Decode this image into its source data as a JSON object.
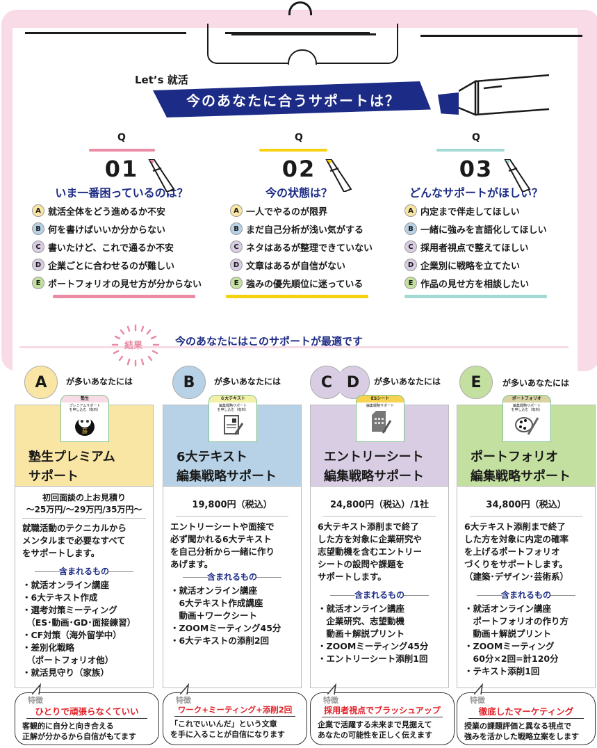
{
  "header": {
    "kicker": "Let’s 就活",
    "title": "今のあなたに合うサポートは？"
  },
  "colors": {
    "brand_navy": "#1c2b85",
    "frame_pink": "#f8dbe6",
    "accent_red": "#e11f26",
    "q1_pink": "#ea8aa3",
    "q2_yellow": "#f6d10e",
    "q3_teal": "#a3d9d4",
    "badge_a": "#fae6a4",
    "badge_b": "#b7d2e6",
    "badge_cd": "#d8cde3",
    "badge_e": "#c4e0a0"
  },
  "questions": [
    {
      "label": "Q",
      "number": "01",
      "title": "いま一番困っているのは？",
      "options": [
        {
          "key": "A",
          "text": "就活全体をどう進めるか不安"
        },
        {
          "key": "B",
          "text": "何を書けばいいか分からない"
        },
        {
          "key": "C",
          "text": "書いたけど、これで通るか不安"
        },
        {
          "key": "D",
          "text": "企業ごとに合わせるのが難しい"
        },
        {
          "key": "E",
          "text": "ポートフォリオの見せ方が分からない"
        }
      ]
    },
    {
      "label": "Q",
      "number": "02",
      "title": "今の状態は？",
      "options": [
        {
          "key": "A",
          "text": "一人でやるのが限界"
        },
        {
          "key": "B",
          "text": "まだ自己分析が浅い気がする"
        },
        {
          "key": "C",
          "text": "ネタはあるが整理できていない"
        },
        {
          "key": "D",
          "text": "文章はあるが自信がない"
        },
        {
          "key": "E",
          "text": "強みの優先順位に迷っている"
        }
      ]
    },
    {
      "label": "Q",
      "number": "03",
      "title": "どんなサポートがほしい？",
      "options": [
        {
          "key": "A",
          "text": "内定まで伴走してほしい"
        },
        {
          "key": "B",
          "text": "一緒に強みを言語化してほしい"
        },
        {
          "key": "C",
          "text": "採用者視点で整えてほしい"
        },
        {
          "key": "D",
          "text": "企業別に戦略を立てたい"
        },
        {
          "key": "E",
          "text": "作品の見せ方を相談したい"
        }
      ]
    }
  ],
  "result": {
    "burst_label": "結果",
    "title": "今のあなたにはこのサポートが最適です"
  },
  "plans": [
    {
      "keys": [
        "A"
      ],
      "for_you": "が多いあなたには",
      "tag_top": "塾生",
      "tag_sub": "プレミアムサポート\nを申し込む（有料）",
      "tag_icon": "daruma-icon",
      "title_l1": "塾生プレミアム",
      "title_l2": "サポート",
      "price_l1": "初回面談の上お見積り",
      "price_l2": "〜25万円/〜29万円/35万円〜",
      "desc": "就職活動のテクニカルから\nメンタルまで必要なすべて\nをサポートします。",
      "included_label": "含まれるもの",
      "items": "・就活オンライン講座\n・6大テキスト作成\n・選考対策ミーティング\n　（ES･動画･GD･面接練習）\n・CF対策（海外留学中）\n・差別化戦略\n　（ポートフォリオ他）\n・就活見守り（家族）",
      "feature_label": "特徴",
      "feature_head": "ひとりで頑張らなくていい",
      "feature_text": "客観的に自分と向き合える\n正解が分かるから自信がもてます"
    },
    {
      "keys": [
        "B"
      ],
      "for_you": "が多いあなたには",
      "tag_top": "６大テキスト",
      "tag_sub": "編集戦略サポート\nを申し込む（有料）",
      "tag_icon": "document-pen-icon",
      "title_l1": "6大テキスト",
      "title_l2": "編集戦略サポート",
      "price": "19,800円（税込）",
      "desc": "エントリーシートや面接で\n必ず聞かれる6大テキスト\nを自己分析から一緒に作り\nあげます。",
      "included_label": "含まれるもの",
      "items": "・就活オンライン講座\n　6大テキスト作成講座\n　動画＋ワークシート\n・ZOOMミーティング45分\n・6大テキストの添削2回",
      "feature_label": "特徴",
      "feature_head": "ワーク+ミーティング+添削2回",
      "feature_text": "「これでいいんだ」という文章\nを手に入ることが自信になります"
    },
    {
      "keys": [
        "C",
        "D"
      ],
      "for_you": "が多いあなたには",
      "tag_top": "ESシート",
      "tag_sub": "編集戦略サポート",
      "tag_icon": "sheet-pen-icon",
      "title_l1": "エントリーシート",
      "title_l2": "編集戦略サポート",
      "price": "24,800円（税込）/1社",
      "desc": "6大テキスト添削まで終了\nした方を対象に企業研究や\n志望動機を含むエントリー\nシートの設問や課題を\nサポートします。",
      "included_label": "含まれるもの",
      "items": "・就活オンライン講座\n　企業研究、志望動機\n　動画＋解説プリント\n・ZOOMミーティング45分\n・エントリーシート添削1回",
      "feature_label": "特徴",
      "feature_head": "採用者視点でブラッシュアップ",
      "feature_text": "企業で活躍する未来まで見据えて\nあなたの可能性を正しく伝えます"
    },
    {
      "keys": [
        "E"
      ],
      "for_you": "が多いあなたには",
      "tag_top": "ポートフォリオ",
      "tag_sub": "編集戦略サポート\nを申し込む（有料）",
      "tag_icon": "palette-icon",
      "title_l1": "ポートフォリオ",
      "title_l2": "編集戦略サポート",
      "price": "34,800円（税込）",
      "desc": "6大テキスト添削まで終了\nした方を対象に内定の確率\nを上げるポートフォリオ\nづくりをサポートします。\n（建築･デザイン･芸術系）",
      "included_label": "含まれるもの",
      "items": "・就活オンライン講座\n　ポートフォリオの作り方\n　動画＋解説プリント\n・ZOOMミーティング\n　60分×2回=計120分\n・テキスト添削1回",
      "feature_label": "特徴",
      "feature_head": "徹底したマーケティング",
      "feature_text": "授業の課題評価と異なる視点で\n強みを活かした戦略立案をします"
    }
  ]
}
